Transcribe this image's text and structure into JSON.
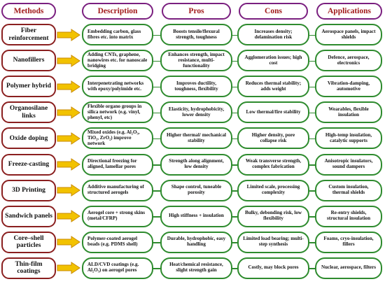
{
  "headers": {
    "methods": "Methods",
    "description": "Description",
    "pros": "Pros",
    "cons": "Cons",
    "applications": "Applications"
  },
  "colors": {
    "header_border": "#7a1f7f",
    "header_text": "#a11a1a",
    "method_border": "#8a1f1f",
    "cell_border": "#2e8b2e",
    "arrow_fill": "#f2c200",
    "arrow_stroke": "#c98a00"
  },
  "arrow_icon": "yellow-right-arrow-icon",
  "rows": [
    {
      "method": "Fiber reinforcement",
      "description": "Embedding carbon, glass fibres etc. into matrix",
      "pros": "Boosts tensile/flexural strength, toughness",
      "cons": "Increases density; delamination risk",
      "applications": "Aerospace panels, impact shields"
    },
    {
      "method": "Nanofillers",
      "description": "Adding CNTs, graphene, nanowires etc. for nanoscale bridging",
      "pros": "Enhances strength, impact resistance, multi-functionality",
      "cons": "Agglomeration issues; high cost",
      "applications": "Defence, aerospace, electronics"
    },
    {
      "method": "Polymer hybrid",
      "description": "Interpenetrating networks with epoxy/polyimide etc.",
      "pros": "Improves ductility, toughness, flexibility",
      "cons": "Reduces thermal stability; adds weight",
      "applications": "Vibration-damping, automotive"
    },
    {
      "method": "Organosilane links",
      "description": "Flexible organo groups in silica network (e.g. vinyl, phenyl, etc)",
      "pros": "Elasticity, hydrophobicity, lower density",
      "cons": "Low thermal/fire stability",
      "applications": "Wearables, flexible insulation"
    },
    {
      "method": "Oxide doping",
      "description": "Mixed oxides (e.g. Al₂O₃, TiO₂, ZrO₂) improve network",
      "pros": "Higher thermal/ mechanical stability",
      "cons": "Higher density, pore collapse risk",
      "applications": "High-temp insulation, catalytic supports"
    },
    {
      "method": "Freeze-casting",
      "description": "Directional freezing for aligned, lamellar pores",
      "pros": "Strength along alignment, low density",
      "cons": "Weak transverse strength, complex fabrication",
      "applications": "Anisotropic insulators, sound dampers"
    },
    {
      "method": "3D Printing",
      "description": "Additive manufacturing of structured aerogels",
      "pros": "Shape control, tuneable porosity",
      "cons": "Limited scale, processing complexity",
      "applications": "Custom insulation, thermal shields"
    },
    {
      "method": "Sandwich panels",
      "description": "Aerogel core + strong skins (metal/CFRP)",
      "pros": "High stiffness + insulation",
      "cons": "Bulky, debonding risk, low flexibility",
      "applications": "Re-entry shields, structural insulation"
    },
    {
      "method": "Core–shell particles",
      "description": "Polymer-coated aerogel beads (e.g. PDMS shell)",
      "pros": "Durable, hydrophobic, easy handling",
      "cons": "Limited load bearing; multi-step synthesis",
      "applications": "Foams, cryo-insulation, fillers"
    },
    {
      "method": "Thin-film coatings",
      "description": "ALD/CVD coatings (e.g. Al₂O₃) on aerogel pores",
      "pros": "Heat/chemical resistance, slight strength gain",
      "cons": "Costly, may block pores",
      "applications": "Nuclear, aerospace, filters"
    }
  ]
}
